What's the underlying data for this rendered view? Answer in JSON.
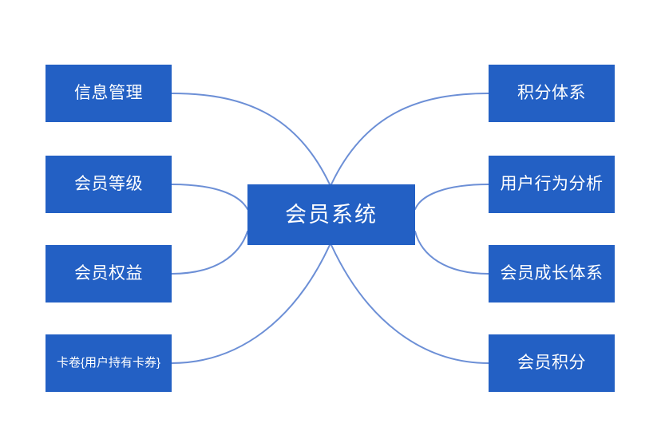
{
  "diagram": {
    "type": "mind-map",
    "center": {
      "label": "会员系统",
      "color": "#2360c4"
    },
    "edge_color": "#6c8fd6",
    "node_color": "#2360c4",
    "node_text_color": "#ffffff",
    "background_color": "#ffffff",
    "left_nodes": [
      {
        "label": "信息管理"
      },
      {
        "label": "会员等级"
      },
      {
        "label": "会员权益"
      },
      {
        "label": "卡卷{用户持有卡券}"
      }
    ],
    "right_nodes": [
      {
        "label": "积分体系"
      },
      {
        "label": "用户行为分析"
      },
      {
        "label": "会员成长体系"
      },
      {
        "label": "会员积分"
      }
    ]
  }
}
